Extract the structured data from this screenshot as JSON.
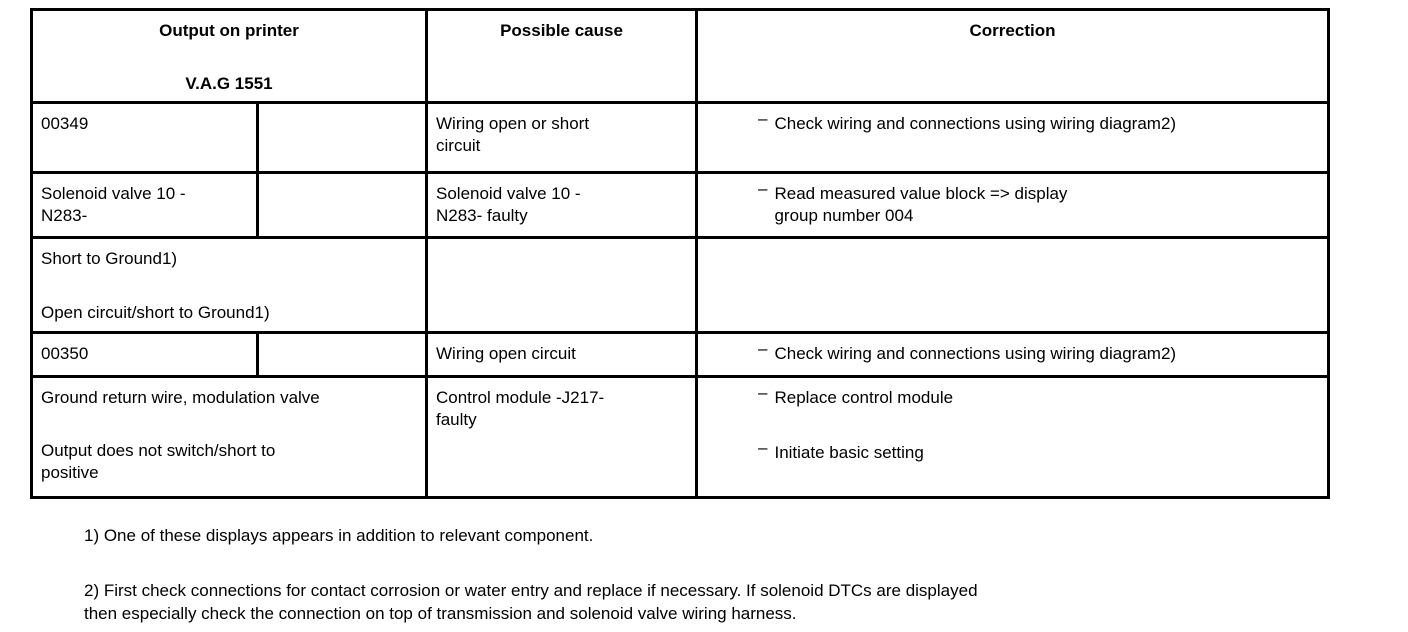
{
  "document": {
    "dash": "–",
    "header": {
      "col1_line1": "Output on printer",
      "col1_line2": "V.A.G 1551",
      "col2": "Possible cause",
      "col3": "Correction"
    },
    "rows": {
      "r1": {
        "code": "00349",
        "cause": "Wiring open or short\ncircuit",
        "correction": "Check wiring and connections using wiring diagram2)"
      },
      "r2": {
        "code": "Solenoid valve 10 -\nN283-",
        "cause": "Solenoid valve 10 -\nN283- faulty",
        "correction": "Read measured value block => display\ngroup number 004"
      },
      "r3": {
        "line1": "Short to Ground1)",
        "line2": "Open circuit/short to Ground1)"
      },
      "r4": {
        "code": "00350",
        "cause": "Wiring open circuit",
        "correction": "Check wiring and connections using wiring diagram2)"
      },
      "r5": {
        "desc_line1": "Ground return wire, modulation valve",
        "desc_line2": "Output does not switch/short to\npositive",
        "cause": "Control module -J217-\nfaulty",
        "correction1": "Replace control module",
        "correction2": "Initiate basic setting"
      }
    },
    "footnotes": {
      "fn1": "1) One of these displays appears in addition to relevant component.",
      "fn2": "2) First check connections for contact corrosion or water entry and replace if necessary. If solenoid DTCs are displayed\nthen especially check the connection on top of transmission and solenoid valve wiring harness."
    }
  }
}
